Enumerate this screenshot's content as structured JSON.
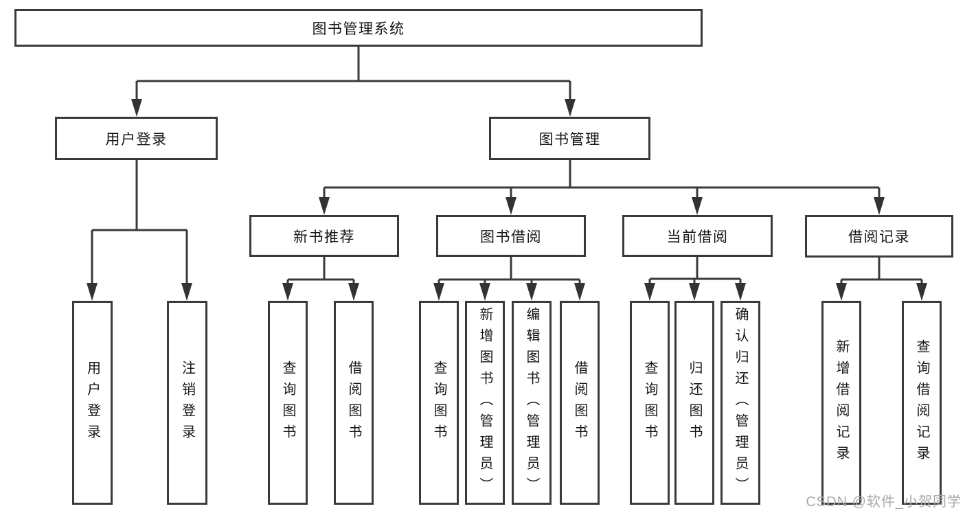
{
  "diagram": {
    "root": {
      "label": "图书管理系统"
    },
    "branches": [
      {
        "label": "用户登录",
        "children": [
          {
            "label": "用户登录"
          },
          {
            "label": "注销登录"
          }
        ]
      },
      {
        "label": "图书管理",
        "children": [
          {
            "label": "新书推荐",
            "children": [
              {
                "label": "查询图书"
              },
              {
                "label": "借阅图书"
              }
            ]
          },
          {
            "label": "图书借阅",
            "children": [
              {
                "label": "查询图书"
              },
              {
                "label": "新增图书（管理员）"
              },
              {
                "label": "编辑图书（管理员）"
              },
              {
                "label": "借阅图书"
              }
            ]
          },
          {
            "label": "当前借阅",
            "children": [
              {
                "label": "查询图书"
              },
              {
                "label": "归还图书"
              },
              {
                "label": "确认归还（管理员）"
              }
            ]
          },
          {
            "label": "借阅记录",
            "children": [
              {
                "label": "新增借阅记录"
              },
              {
                "label": "查询借阅记录"
              }
            ]
          }
        ]
      }
    ]
  },
  "watermark": {
    "text": "CSDN @软件_小贺同学"
  },
  "colors": {
    "line": "#3a3a3a",
    "box_border": "#3a3a3a",
    "box_background": "#ffffff",
    "text": "#161616",
    "watermark": "#a9a9a9",
    "background": "#ffffff"
  }
}
